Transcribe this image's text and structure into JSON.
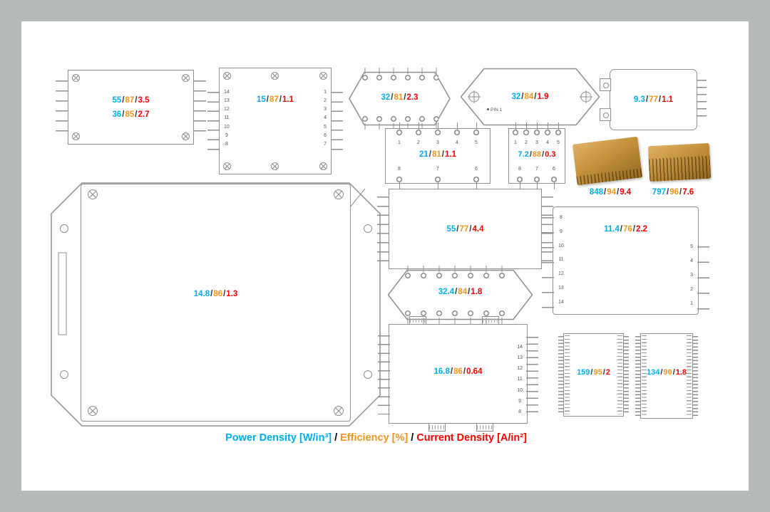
{
  "colors": {
    "power_density": "#00AEEF",
    "efficiency": "#F7941D",
    "current_density": "#FA0000",
    "outline": "#8F8F8F",
    "background_frame": "#B4B9B9",
    "page": "#FFFFFF"
  },
  "value_separator": "/",
  "legend": {
    "power_label": "Power Density [W/in³]",
    "separator": "/",
    "efficiency_label": "Efficiency [%]",
    "current_label": "Current Density [A/in²]"
  },
  "modules": {
    "m1": {
      "rows": [
        {
          "p": "55",
          "e": "87",
          "c": "3.5"
        },
        {
          "p": "36",
          "e": "85",
          "c": "2.7"
        }
      ]
    },
    "m2": {
      "vals": {
        "p": "15",
        "e": "87",
        "c": "1.1"
      },
      "left_pins": [
        "14",
        "13",
        "12",
        "11",
        "10",
        "9",
        "8"
      ],
      "right_pins": [
        "1",
        "2",
        "3",
        "4",
        "5",
        "6",
        "7"
      ]
    },
    "m3": {
      "vals": {
        "p": "32",
        "e": "81",
        "c": "2.3"
      }
    },
    "m4": {
      "vals": {
        "p": "32",
        "e": "84",
        "c": "1.9"
      },
      "pin1_label": "PIN 1"
    },
    "m5": {
      "vals": {
        "p": "9.3",
        "e": "77",
        "c": "1.1"
      }
    },
    "m6": {
      "vals": {
        "p": "21",
        "e": "81",
        "c": "1.1"
      },
      "top_pins": [
        "1",
        "2",
        "3",
        "4",
        "5"
      ],
      "bottom_pins": [
        "8",
        "7",
        "6"
      ]
    },
    "m7": {
      "vals": {
        "p": "7.2",
        "e": "88",
        "c": "0.3"
      },
      "top_pins": [
        "1",
        "2",
        "3",
        "4",
        "5"
      ],
      "bottom_pins": [
        "8",
        "7",
        "6"
      ]
    },
    "m8": {
      "vals": {
        "p": "848",
        "e": "94",
        "c": "9.4"
      }
    },
    "m9": {
      "vals": {
        "p": "797",
        "e": "96",
        "c": "7.6"
      }
    },
    "m10": {
      "vals": {
        "p": "14.8",
        "e": "86",
        "c": "1.3"
      }
    },
    "m11": {
      "vals": {
        "p": "55",
        "e": "77",
        "c": "4.4"
      }
    },
    "m12": {
      "vals": {
        "p": "32.4",
        "e": "84",
        "c": "1.8"
      }
    },
    "m13": {
      "vals": {
        "p": "11.4",
        "e": "76",
        "c": "2.2"
      },
      "left_pins": [
        "8",
        "9",
        "10",
        "11",
        "12",
        "13",
        "14"
      ],
      "right_pins": [
        "5",
        "4",
        "3",
        "2",
        "1"
      ]
    },
    "m14": {
      "vals": {
        "p": "16.8",
        "e": "86",
        "c": "0.64"
      },
      "right_pins": [
        "14",
        "13",
        "12",
        "11",
        "10",
        "9",
        "8"
      ]
    },
    "m15": {
      "vals": {
        "p": "159",
        "e": "95",
        "c": "2"
      }
    },
    "m16": {
      "vals": {
        "p": "134",
        "e": "90",
        "c": "1.8"
      }
    }
  }
}
